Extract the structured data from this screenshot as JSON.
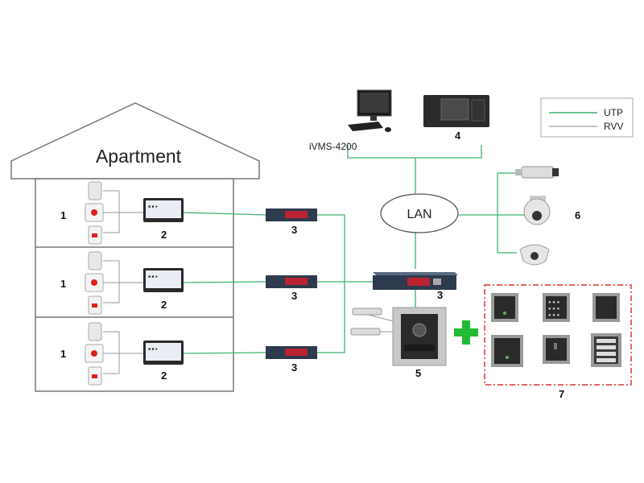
{
  "building": {
    "title": "Apartment",
    "floors": [
      {
        "resident_num": "1",
        "monitor_num": "2",
        "switch_num": "3"
      },
      {
        "resident_num": "1",
        "monitor_num": "2",
        "switch_num": "3"
      },
      {
        "resident_num": "1",
        "monitor_num": "2",
        "switch_num": "3"
      }
    ]
  },
  "legend": {
    "items": [
      {
        "label": "UTP",
        "color": "#3cb371"
      },
      {
        "label": "RVV",
        "color": "#888888"
      }
    ]
  },
  "network": {
    "software_label": "iVMS-4200",
    "management_num": "4",
    "lan_label": "LAN",
    "main_switch_num": "3",
    "camera_group_num": "6",
    "door_station_num": "5",
    "modules_num": "7"
  },
  "colors": {
    "utp": "#3cb371",
    "rvv": "#888888",
    "modules_border": "#e03030",
    "plus": "#22bb33"
  }
}
